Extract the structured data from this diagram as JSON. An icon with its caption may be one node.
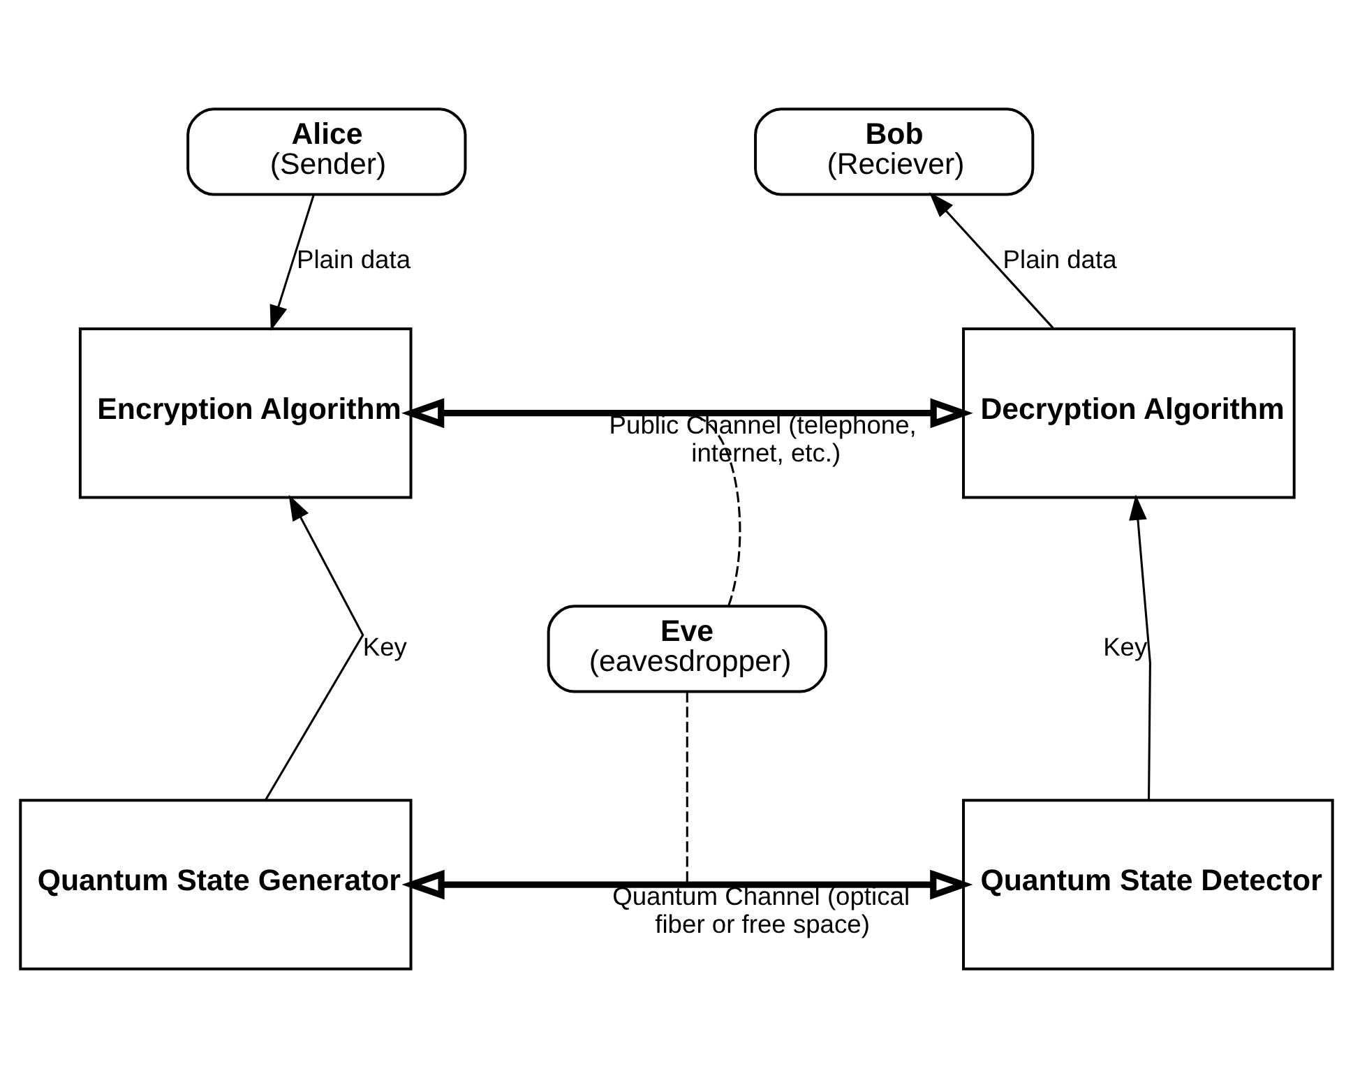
{
  "diagram": {
    "nodes": [
      {
        "text": [
          "Alice",
          "(Sender)"
        ]
      },
      {
        "text": [
          "Bob",
          "(Reciever)"
        ]
      },
      {
        "text": [
          "Encryption Algorithm"
        ]
      },
      {
        "text": [
          "Decryption Algorithm"
        ]
      },
      {
        "text": [
          "Eve",
          "(eavesdropper)"
        ]
      },
      {
        "text": [
          "Quantum State Generator"
        ]
      },
      {
        "text": [
          "Quantum State Detector"
        ]
      }
    ],
    "edges": [
      {
        "from": 0,
        "to": 2,
        "arrow": "to",
        "label": "Plain data"
      },
      {
        "from": 3,
        "to": 1,
        "arrow": "to",
        "label": "Plain data"
      },
      {
        "from": 5,
        "to": 2,
        "arrow": "to",
        "label": "Key"
      },
      {
        "from": 6,
        "to": 3,
        "arrow": "to",
        "label": "Key"
      },
      {
        "from": 2,
        "to": 3,
        "arrow": "both",
        "style": "thick",
        "label": "Public Channel (telephone, internet, etc.)"
      },
      {
        "from": 5,
        "to": 6,
        "arrow": "both",
        "style": "thick",
        "label": "Quantum Channel (optical fiber or free space)"
      },
      {
        "from": 4,
        "to": null,
        "arrow": "none",
        "style": "dashed"
      },
      {
        "from": 4,
        "to": null,
        "arrow": "none",
        "style": "dashed"
      }
    ]
  }
}
